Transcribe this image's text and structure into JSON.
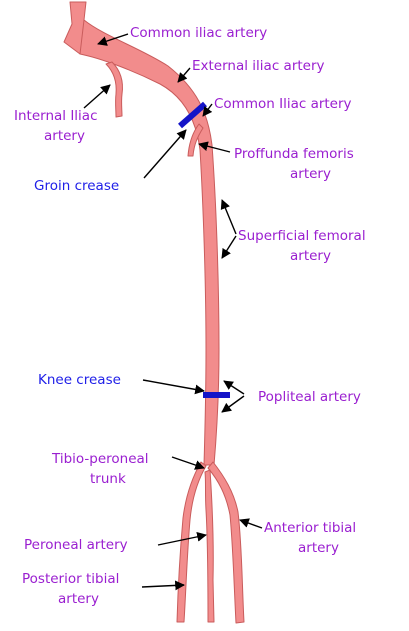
{
  "diagram": {
    "colors": {
      "artery_fill": "#f28c8c",
      "artery_stroke": "#c95c5c",
      "artery_label": "#9a1fd0",
      "landmark_label": "#2020e8",
      "landmark_marker": "#1414c8",
      "leader": "#000000"
    },
    "labels": {
      "common_iliac_top": "Common iliac artery",
      "external_iliac": "External iliac artery",
      "common_iliac_2": "Common Iliac artery",
      "internal_iliac_1": "Internal Iliac",
      "internal_iliac_2": "artery",
      "profunda_1": "Proffunda femoris",
      "profunda_2": "artery",
      "groin_crease": "Groin crease",
      "superficial_femoral_1": "Superficial femoral",
      "superficial_femoral_2": "artery",
      "knee_crease": "Knee crease",
      "popliteal": "Popliteal artery",
      "tibio_peroneal_1": "Tibio-peroneal",
      "tibio_peroneal_2": "trunk",
      "anterior_tibial_1": "Anterior tibial",
      "anterior_tibial_2": "artery",
      "peroneal": "Peroneal artery",
      "posterior_tibial_1": "Posterior tibial",
      "posterior_tibial_2": "artery"
    }
  }
}
